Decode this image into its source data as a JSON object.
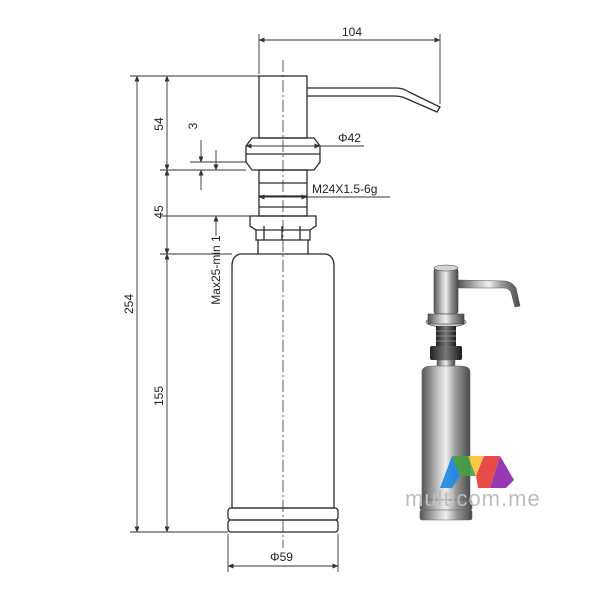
{
  "drawing": {
    "dimensions": {
      "spout_length": "104",
      "total_height": "254",
      "pump_head_height": "54",
      "gap": "3",
      "neck_height": "45",
      "bottle_height": "155",
      "counter_thickness": "Max25-min 1",
      "flange_diameter": "Φ42",
      "thread": "M24X1.5-6g",
      "bottle_diameter": "Φ59"
    }
  },
  "watermark": {
    "text": "multicom.me",
    "logo_colors": [
      "#e53935",
      "#fbc02d",
      "#43a047",
      "#1e88e5",
      "#8e24aa"
    ]
  }
}
